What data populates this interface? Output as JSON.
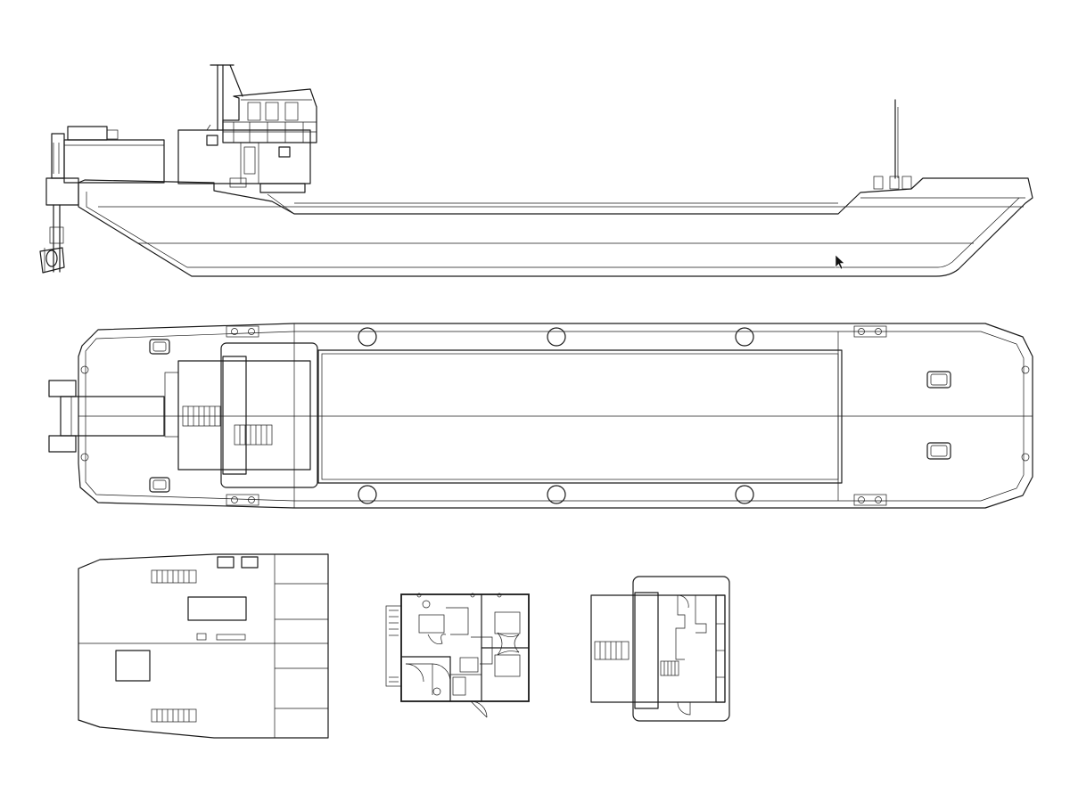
{
  "drawing": {
    "background_color": "#ffffff",
    "line_color": "#1a1a1a",
    "views": [
      "side-elevation",
      "deck-plan",
      "lower-deckhouse-plan",
      "accommodation-plan",
      "wheelhouse-plan"
    ]
  },
  "cursor": {
    "icon": "arrow-pointer-icon"
  }
}
